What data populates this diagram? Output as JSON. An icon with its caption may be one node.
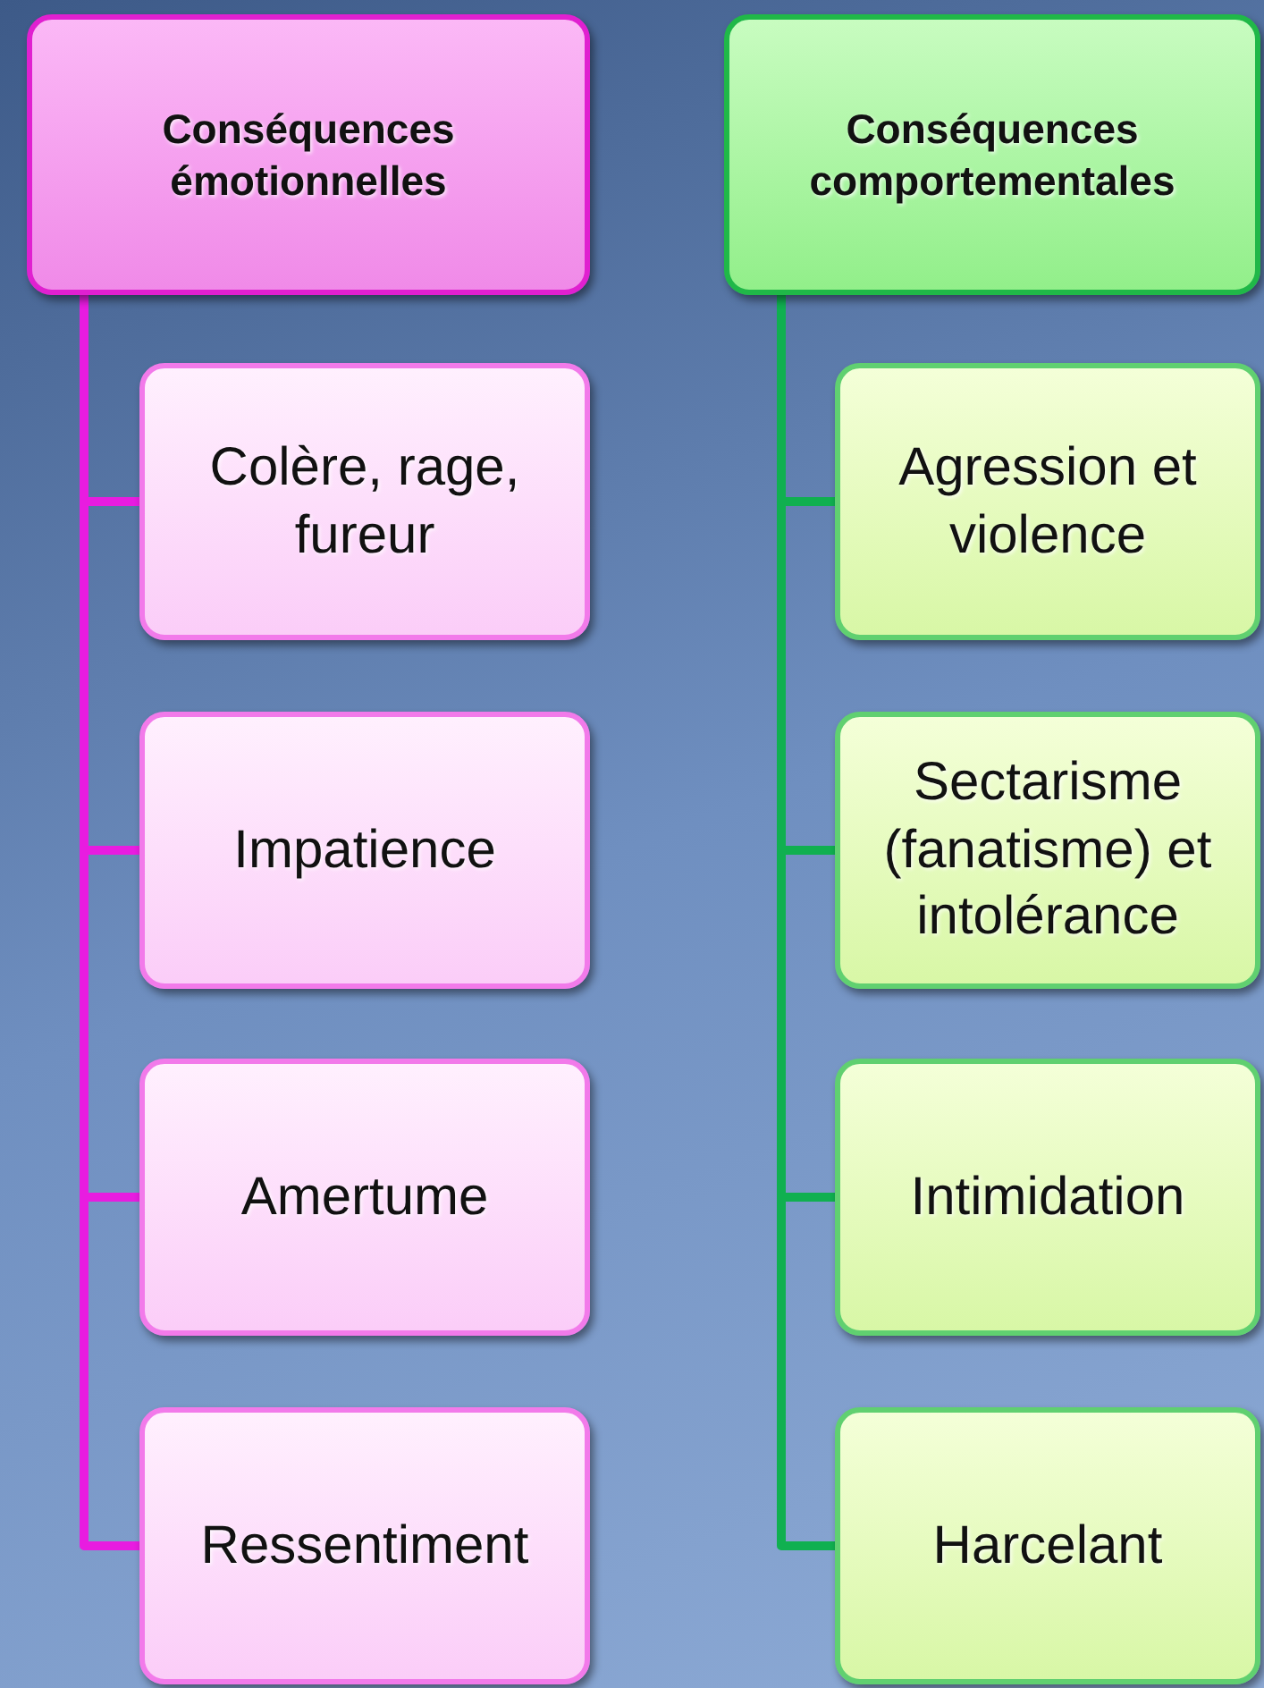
{
  "diagram": {
    "nodes": [
      {
        "text": [
          "Conséquences émotionnelles"
        ]
      },
      {
        "text": [
          "Colère, rage, fureur"
        ]
      },
      {
        "text": [
          "Impatience"
        ]
      },
      {
        "text": [
          "Amertume"
        ]
      },
      {
        "text": [
          "Ressentiment"
        ]
      },
      {
        "text": [
          "Conséquences comportementales"
        ]
      },
      {
        "text": [
          "Agression et violence"
        ]
      },
      {
        "text": [
          "Sectarisme (fanatisme) et intolérance"
        ]
      },
      {
        "text": [
          "Intimidation"
        ]
      },
      {
        "text": [
          "Harcelant"
        ]
      }
    ],
    "edges": [
      {
        "from": 0,
        "to": 1,
        "arrow": "none",
        "color": "#e81ce0"
      },
      {
        "from": 0,
        "to": 2,
        "arrow": "none",
        "color": "#e81ce0"
      },
      {
        "from": 0,
        "to": 3,
        "arrow": "none",
        "color": "#e81ce0"
      },
      {
        "from": 0,
        "to": 4,
        "arrow": "none",
        "color": "#e81ce0"
      },
      {
        "from": 5,
        "to": 6,
        "arrow": "none",
        "color": "#10b050"
      },
      {
        "from": 5,
        "to": 7,
        "arrow": "none",
        "color": "#10b050"
      },
      {
        "from": 5,
        "to": 8,
        "arrow": "none",
        "color": "#10b050"
      },
      {
        "from": 5,
        "to": 9,
        "arrow": "none",
        "color": "#10b050"
      }
    ]
  }
}
